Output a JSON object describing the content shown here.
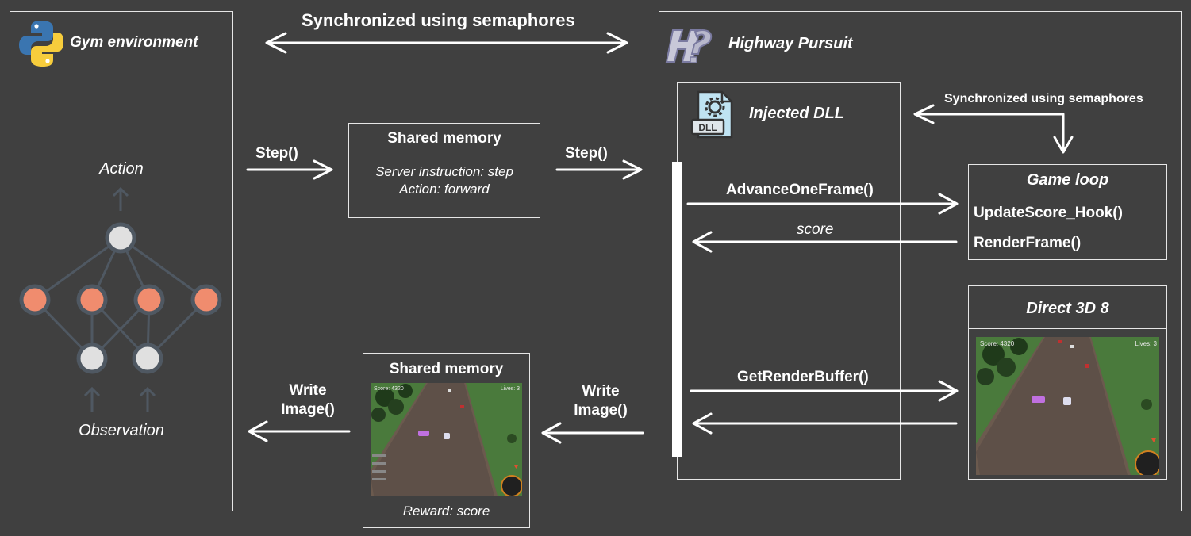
{
  "gym": {
    "title": "Gym environment",
    "action": "Action",
    "observation": "Observation"
  },
  "top_sync": "Synchronized using semaphores",
  "highway": {
    "title": "Highway Pursuit"
  },
  "dll": {
    "title": "Injected DLL",
    "icon_text": "DLL"
  },
  "inner_sync": "Synchronized using semaphores",
  "step_left": "Step()",
  "step_right": "Step()",
  "shm_top": {
    "title": "Shared memory",
    "line1": "Server instruction: step",
    "line2": "Action: forward"
  },
  "shm_bottom": {
    "title": "Shared memory",
    "caption": "Reward: score"
  },
  "game_loop": {
    "title": "Game loop",
    "item1": "UpdateScore_Hook()",
    "item2": "RenderFrame()"
  },
  "advance": "AdvanceOneFrame()",
  "score": "score",
  "direct3d": {
    "title": "Direct 3D 8"
  },
  "get_render": "GetRenderBuffer()",
  "write_left": {
    "line1": "Write",
    "line2": "Image()"
  },
  "write_right": {
    "line1": "Write",
    "line2": "Image()"
  },
  "game_hud": {
    "score": "Score: 4320",
    "lives": "Lives: 3"
  },
  "colors": {
    "background": "#404040",
    "border": "#e6e6e6",
    "node_orange": "#f08c6e",
    "node_gray": "#e0e0e0",
    "node_ring": "#5a6470",
    "python_blue": "#3a75b0",
    "python_yellow": "#f7cd3c"
  }
}
